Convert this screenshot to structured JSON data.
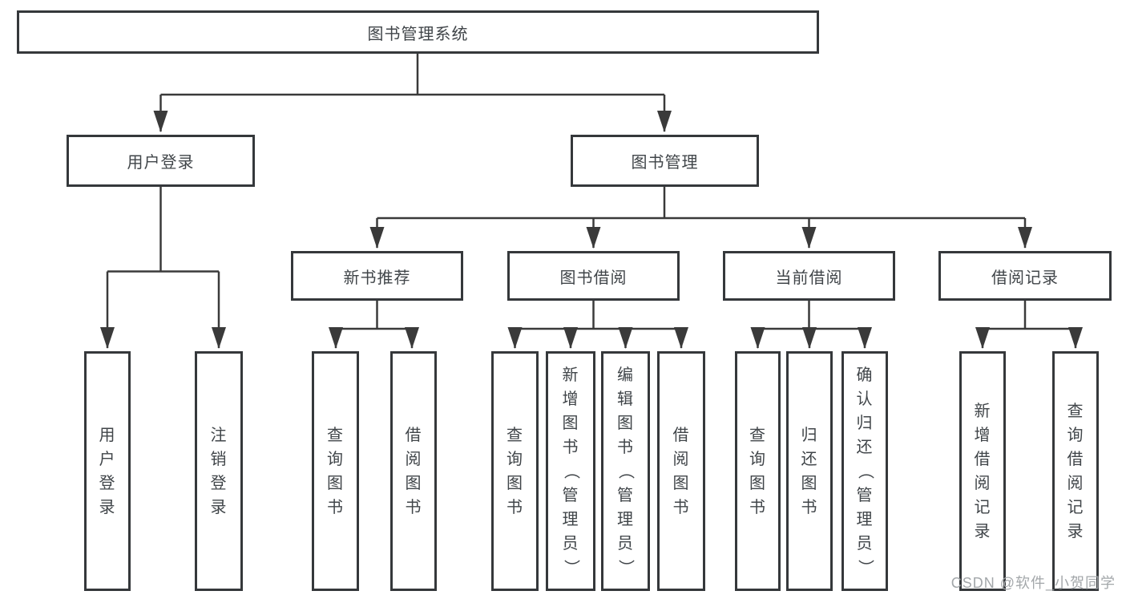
{
  "tree": {
    "label": "图书管理系统",
    "children": [
      {
        "label": "用户登录",
        "children": [
          {
            "label": "用户登录"
          },
          {
            "label": "注销登录"
          }
        ]
      },
      {
        "label": "图书管理",
        "children": [
          {
            "label": "新书推荐",
            "children": [
              {
                "label": "查询图书"
              },
              {
                "label": "借阅图书"
              }
            ]
          },
          {
            "label": "图书借阅",
            "children": [
              {
                "label": "查询图书"
              },
              {
                "label": "新增图书（管理员）"
              },
              {
                "label": "编辑图书（管理员）"
              },
              {
                "label": "借阅图书"
              }
            ]
          },
          {
            "label": "当前借阅",
            "children": [
              {
                "label": "查询图书"
              },
              {
                "label": "归还图书"
              },
              {
                "label": "确认归还（管理员）"
              }
            ]
          },
          {
            "label": "借阅记录",
            "children": [
              {
                "label": "新增借阅记录"
              },
              {
                "label": "查询借阅记录"
              }
            ]
          }
        ]
      }
    ]
  },
  "watermark": "CSDN @软件_小贺同学",
  "colors": {
    "line": "#3a3a3a",
    "border": "#35383b",
    "text": "#404549",
    "watermark": "#a3a7aa",
    "background": "#ffffff"
  }
}
